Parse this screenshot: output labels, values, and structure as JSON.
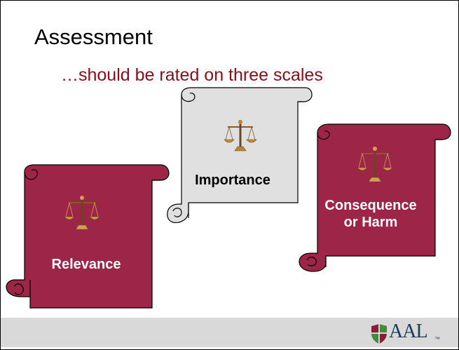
{
  "slide": {
    "title": "Assessment",
    "subtitle": "…should be rated on three scales"
  },
  "scrolls": [
    {
      "label_lines": [
        "Importance"
      ],
      "fill": "#e0e0e0",
      "text_color": "#000000",
      "icon": "scales-of-justice-icon"
    },
    {
      "label_lines": [
        "Relevance"
      ],
      "fill": "#9c2548",
      "text_color": "#ffffff",
      "icon": "scales-of-justice-icon"
    },
    {
      "label_lines": [
        "Consequence",
        "or Harm"
      ],
      "fill": "#9c2548",
      "text_color": "#ffffff",
      "icon": "scales-of-justice-icon"
    }
  ],
  "footer": {
    "logo_text": "AAL",
    "logo_tm": "™",
    "logo_icon": "shield-icon",
    "colors": {
      "bar": "#d9d9d9",
      "shield_green": "#3f8f3a",
      "shield_maroon": "#8b1c3a",
      "logo_text": "#1a3a5c"
    }
  }
}
